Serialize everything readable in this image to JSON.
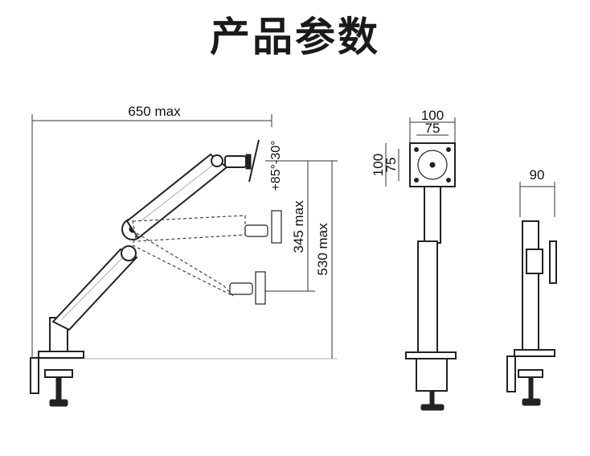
{
  "title": "产品参数",
  "side_view": {
    "width_label": "650 max",
    "tilt_label": "+85°-30°",
    "height_mid_label": "345 max",
    "height_full_label": "530 max"
  },
  "front_view": {
    "vesa_outer_width": "100",
    "vesa_inner_width": "75",
    "vesa_outer_height": "100",
    "vesa_inner_height": "75"
  },
  "profile_view": {
    "depth_label": "90"
  }
}
